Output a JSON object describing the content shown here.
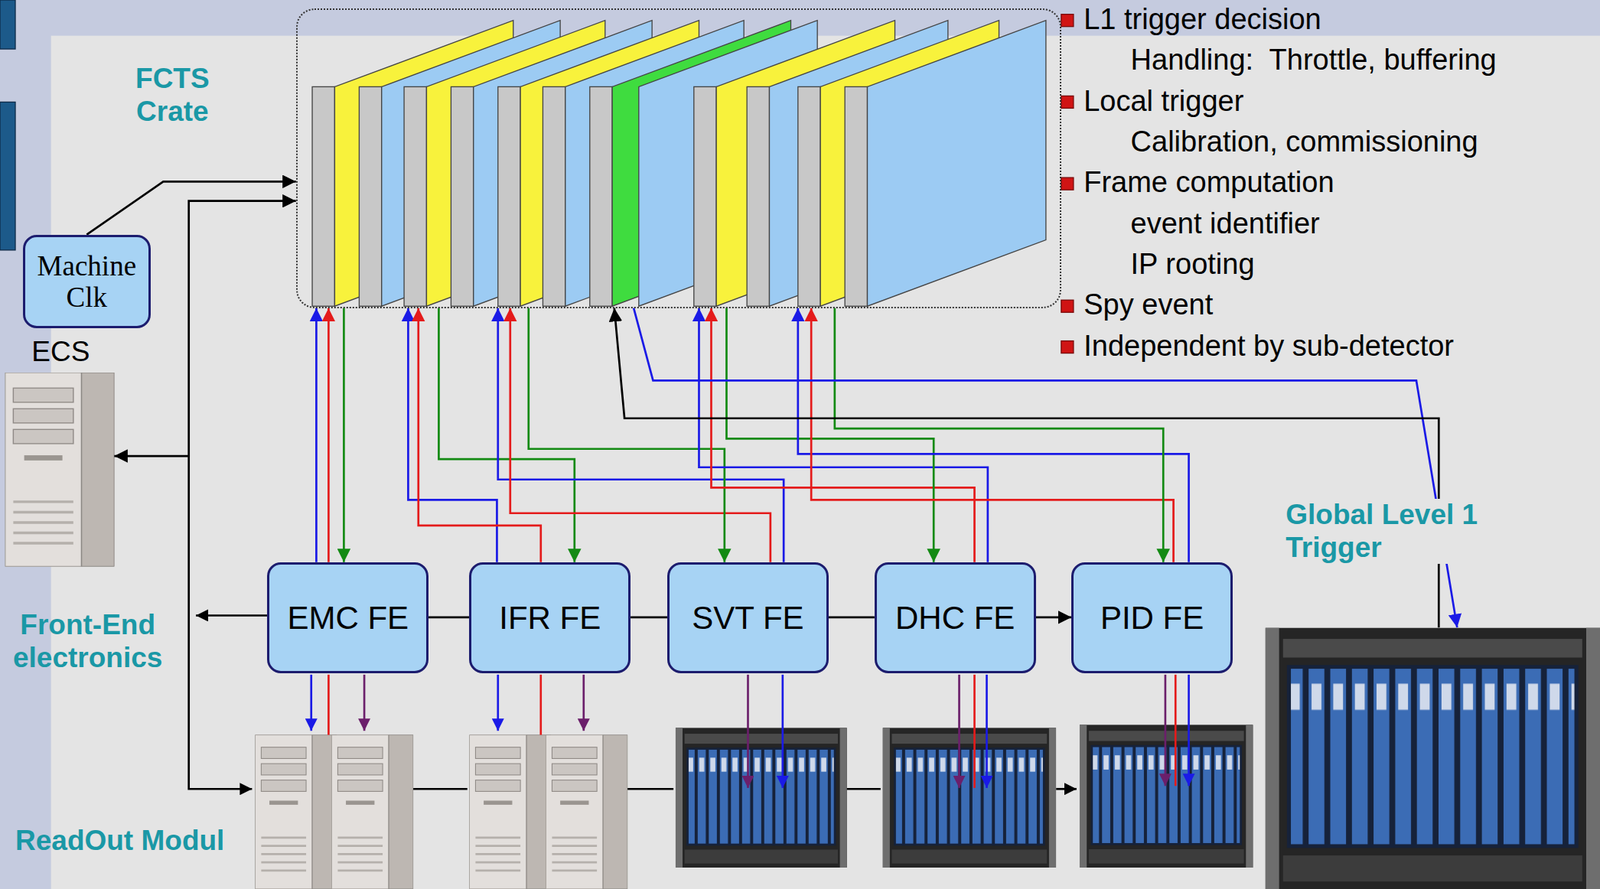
{
  "diagram": {
    "nodes": [
      {
        "text": [
          "FCTS Crate"
        ]
      },
      {
        "text": [
          "Machine Clk"
        ]
      },
      {
        "text": [
          "ECS"
        ]
      },
      {
        "text": [
          "EMC FE"
        ]
      },
      {
        "text": [
          "IFR FE"
        ]
      },
      {
        "text": [
          "SVT FE"
        ]
      },
      {
        "text": [
          "DHC FE"
        ]
      },
      {
        "text": [
          "PID FE"
        ]
      },
      {
        "text": [
          "Global Level 1 Trigger"
        ]
      }
    ],
    "edges": [
      {
        "from": 1,
        "to": 0,
        "arrow": "to"
      },
      {
        "from": 2,
        "to": 0,
        "arrow": "both"
      },
      {
        "from": 3,
        "to": 0,
        "arrow": "to"
      },
      {
        "from": 3,
        "to": 0,
        "arrow": "to"
      },
      {
        "from": 0,
        "to": 3,
        "arrow": "to"
      },
      {
        "from": 4,
        "to": 0,
        "arrow": "to"
      },
      {
        "from": 4,
        "to": 0,
        "arrow": "to"
      },
      {
        "from": 0,
        "to": 4,
        "arrow": "to"
      },
      {
        "from": 5,
        "to": 0,
        "arrow": "to"
      },
      {
        "from": 5,
        "to": 0,
        "arrow": "to"
      },
      {
        "from": 0,
        "to": 5,
        "arrow": "to"
      },
      {
        "from": 6,
        "to": 0,
        "arrow": "to"
      },
      {
        "from": 6,
        "to": 0,
        "arrow": "to"
      },
      {
        "from": 0,
        "to": 6,
        "arrow": "to"
      },
      {
        "from": 7,
        "to": 0,
        "arrow": "to"
      },
      {
        "from": 7,
        "to": 0,
        "arrow": "to"
      },
      {
        "from": 0,
        "to": 7,
        "arrow": "to"
      },
      {
        "from": 0,
        "to": 8,
        "arrow": "to"
      },
      {
        "from": 8,
        "to": 0,
        "arrow": "to"
      },
      {
        "from": 3,
        "to": 4,
        "arrow": "none"
      },
      {
        "from": 4,
        "to": 5,
        "arrow": "none"
      },
      {
        "from": 5,
        "to": 6,
        "arrow": "none"
      },
      {
        "from": 6,
        "to": 7,
        "arrow": "to"
      }
    ],
    "labels": [
      "L1 trigger decision",
      "Handling:  Throttle, buffering",
      "Local trigger",
      "Calibration, commissioning",
      "Frame computation",
      "event identifier",
      "IP rooting",
      "Spy event",
      "Independent by sub-detector",
      "Front-End electronics",
      "ReadOut Modul"
    ]
  }
}
